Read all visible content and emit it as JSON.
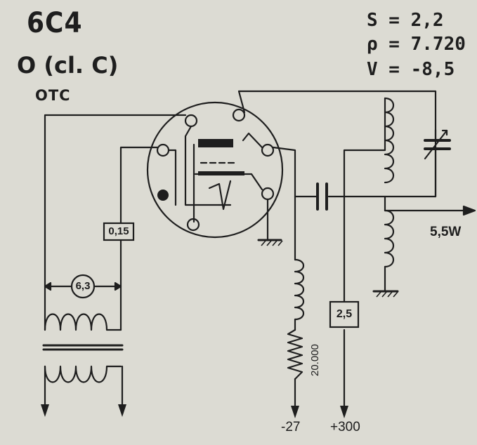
{
  "title": "6C4",
  "subtitle": "O (cl. C)",
  "mode": "OTC",
  "params": {
    "s": "S = 2,2",
    "rho": "ρ = 7.720",
    "v": "V = -8,5"
  },
  "components": {
    "heater_voltage": "6,3",
    "grid_resistor": "0,15",
    "plate_resistor": "2,5",
    "cathode_resistor": "20.000",
    "output_power": "5,5W"
  },
  "supply": {
    "negative": "-27",
    "positive": "+300"
  },
  "colors": {
    "ink": "#1e1e1e",
    "paper": "#dcdbd3"
  }
}
